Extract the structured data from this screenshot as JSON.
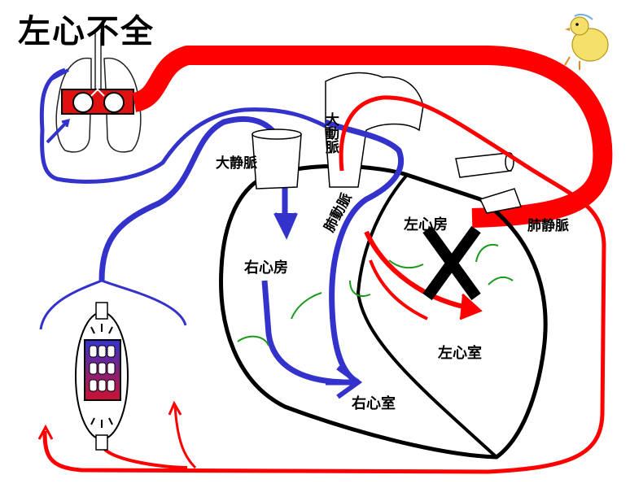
{
  "title": "左心不全",
  "labels": {
    "aorta": "大動脈",
    "vena_cava": "大静脈",
    "pulmonary_artery": "肺動脈",
    "pulmonary_vein": "肺静脈",
    "right_atrium": "右心房",
    "right_ventricle": "右心室",
    "left_atrium": "左心房",
    "left_ventricle": "左心室"
  },
  "colors": {
    "arterial": "#ff0000",
    "venous": "#3333cc",
    "outline": "#000000",
    "valve": "#1a9a1a"
  },
  "icons": {
    "failure_mark": "x-mark",
    "mascot": "chick"
  }
}
